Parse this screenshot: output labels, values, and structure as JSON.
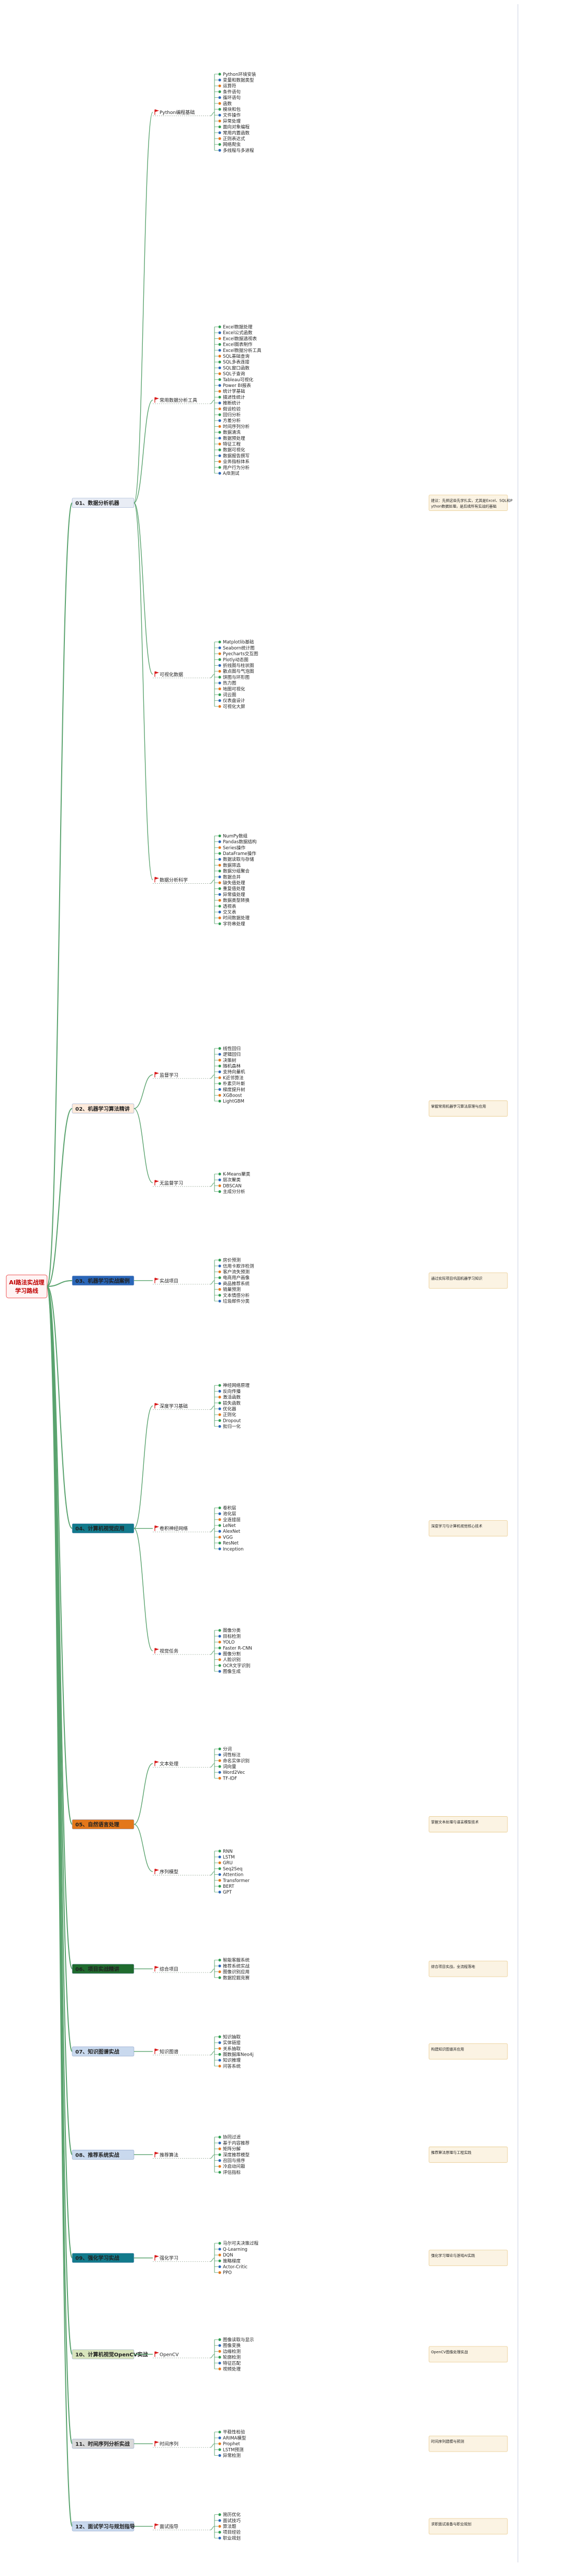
{
  "root": {
    "title_line1": "AI路法实战理",
    "title_line2": "学习路线"
  },
  "icons": {
    "flag": "flag-icon",
    "bullet": "bullet-icon",
    "star": "star-icon"
  },
  "colors": {
    "connector": "#5aa36e",
    "accent_green": "#2e9e4f",
    "dark_green": "#1f6b2e",
    "teal": "#127a8c",
    "orange": "#e3771a",
    "blue": "#2a66b8",
    "red": "#d81b1b"
  },
  "sections": [
    {
      "label": "01、数据分析机器",
      "badge": "#e9edf5",
      "badge_text": "#1f3763",
      "note": "建议：先把这些先学扎实，尤其是Excel、SQL和Python数据处理，是后续所有实战的基础",
      "groups": [
        {
          "label": "Python编程基础",
          "items": [
            "Python环境安装",
            "变量和数据类型",
            "运算符",
            "条件语句",
            "循环语句",
            "函数",
            "模块和包",
            "文件操作",
            "异常处理",
            "面向对象编程",
            "常用内置函数",
            "正则表达式",
            "网络爬虫",
            "多线程与多进程"
          ]
        },
        {
          "label": "常用数据分析工具",
          "items": [
            "Excel数据处理",
            "Excel公式函数",
            "Excel数据透视表",
            "Excel图表制作",
            "Excel数据分析工具",
            "SQL基础查询",
            "SQL多表连接",
            "SQL窗口函数",
            "SQL子查询",
            "Tableau可视化",
            "Power BI报表",
            "统计学基础",
            "描述性统计",
            "推断统计",
            "假设检验",
            "回归分析",
            "方差分析",
            "时间序列分析",
            "数据清洗",
            "数据预处理",
            "特征工程",
            "数据可视化",
            "数据报告撰写",
            "业务指标体系",
            "用户行为分析",
            "A/B测试"
          ]
        },
        {
          "label": "可视化数据",
          "items": [
            "Matplotlib基础",
            "Seaborn统计图",
            "Pyecharts交互图",
            "Plotly动态图",
            "折线图与柱状图",
            "散点图与气泡图",
            "饼图与环形图",
            "热力图",
            "地图可视化",
            "词云图",
            "仪表盘设计",
            "可视化大屏"
          ]
        },
        {
          "label": "数据分析科学",
          "items": [
            "NumPy数组",
            "Pandas数据结构",
            "Series操作",
            "DataFrame操作",
            "数据读取与存储",
            "数据筛选",
            "数据分组聚合",
            "数据合并",
            "缺失值处理",
            "重复值处理",
            "异常值处理",
            "数据类型转换",
            "透视表",
            "交叉表",
            "时间数据处理",
            "字符串处理"
          ]
        }
      ]
    },
    {
      "label": "02、机器学习算法精讲",
      "badge": "#fdeadb",
      "badge_text": "#c0504d",
      "note": "掌握常用机器学习算法原理与应用",
      "groups": [
        {
          "label": "监督学习",
          "items": [
            "线性回归",
            "逻辑回归",
            "决策树",
            "随机森林",
            "支持向量机",
            "K近邻算法",
            "朴素贝叶斯",
            "梯度提升树",
            "XGBoost",
            "LightGBM"
          ]
        },
        {
          "label": "无监督学习",
          "items": [
            "K-Means聚类",
            "层次聚类",
            "DBSCAN",
            "主成分分析"
          ]
        }
      ]
    },
    {
      "label": "03、机器学习实战案例",
      "badge": "#2a66b8",
      "badge_text": "#ffffff",
      "note": "通过实际项目巩固机器学习知识",
      "groups": [
        {
          "label": "实战项目",
          "items": [
            "房价预测",
            "信用卡欺诈检测",
            "客户流失预测",
            "电商用户画像",
            "商品推荐系统",
            "销量预测",
            "文本情感分析",
            "垃圾邮件分类"
          ]
        }
      ]
    },
    {
      "label": "04、计算机视觉应用",
      "badge": "#127a8c",
      "badge_text": "#ffffff",
      "note": "深度学习与计算机视觉核心技术",
      "groups": [
        {
          "label": "深度学习基础",
          "items": [
            "神经网络原理",
            "反向传播",
            "激活函数",
            "损失函数",
            "优化器",
            "正则化",
            "Dropout",
            "批归一化"
          ]
        },
        {
          "label": "卷积神经网络",
          "items": [
            "卷积层",
            "池化层",
            "全连接层",
            "LeNet",
            "AlexNet",
            "VGG",
            "ResNet",
            "Inception"
          ]
        },
        {
          "label": "视觉任务",
          "items": [
            "图像分类",
            "目标检测",
            "YOLO",
            "Faster R-CNN",
            "图像分割",
            "人脸识别",
            "OCR文字识别",
            "图像生成"
          ]
        }
      ]
    },
    {
      "label": "05、自然语言处理",
      "badge": "#e3771a",
      "badge_text": "#ffffff",
      "note": "掌握文本处理与语言模型技术",
      "groups": [
        {
          "label": "文本处理",
          "items": [
            "分词",
            "词性标注",
            "命名实体识别",
            "词向量",
            "Word2Vec",
            "TF-IDF"
          ]
        },
        {
          "label": "序列模型",
          "items": [
            "RNN",
            "LSTM",
            "GRU",
            "Seq2Seq",
            "Attention",
            "Transformer",
            "BERT",
            "GPT"
          ]
        }
      ]
    },
    {
      "label": "06、项目实战精讲",
      "badge": "#1f6b2e",
      "badge_text": "#ffffff",
      "note": "综合项目实战，全流程落地",
      "groups": [
        {
          "label": "综合项目",
          "items": [
            "智能客服系统",
            "推荐系统实战",
            "图像识别应用",
            "数据挖掘竞赛"
          ]
        }
      ]
    },
    {
      "label": "07、知识图谱实战",
      "badge": "#c9d9ee",
      "badge_text": "#1f3763",
      "note": "构建知识图谱并应用",
      "groups": [
        {
          "label": "知识图谱",
          "items": [
            "知识抽取",
            "实体链接",
            "关系抽取",
            "图数据库Neo4j",
            "知识推理",
            "问答系统"
          ]
        }
      ]
    },
    {
      "label": "08、推荐系统实战",
      "badge": "#c9d9ee",
      "badge_text": "#1f3763",
      "note": "推荐算法原理与工程实践",
      "groups": [
        {
          "label": "推荐算法",
          "items": [
            "协同过滤",
            "基于内容推荐",
            "矩阵分解",
            "深度推荐模型",
            "召回与排序",
            "冷启动问题",
            "评估指标"
          ]
        }
      ]
    },
    {
      "label": "09、强化学习实战",
      "badge": "#127a8c",
      "badge_text": "#ffffff",
      "note": "强化学习理论与游戏AI实践",
      "groups": [
        {
          "label": "强化学习",
          "items": [
            "马尔可夫决策过程",
            "Q-Learning",
            "DQN",
            "策略梯度",
            "Actor-Critic",
            "PPO"
          ]
        }
      ]
    },
    {
      "label": "10、计算机视觉OpenCV实战",
      "badge": "#d8e4bc",
      "badge_text": "#1f3763",
      "note": "OpenCV图像处理实战",
      "groups": [
        {
          "label": "OpenCV",
          "items": [
            "图像读取与显示",
            "图像变换",
            "边缘检测",
            "轮廓检测",
            "特征匹配",
            "视频处理"
          ]
        }
      ]
    },
    {
      "label": "11、时间序列分析实战",
      "badge": "#d9d9d9",
      "badge_text": "#1f3763",
      "note": "时间序列建模与预测",
      "groups": [
        {
          "label": "时间序列",
          "items": [
            "平稳性检验",
            "ARIMA模型",
            "Prophet",
            "LSTM预测",
            "异常检测"
          ]
        }
      ]
    },
    {
      "label": "12、面试学习与规划指导",
      "badge": "#c9d9ee",
      "badge_text": "#1f3763",
      "note": "求职面试准备与职业规划",
      "groups": [
        {
          "label": "面试指导",
          "items": [
            "简历优化",
            "面试技巧",
            "算法题",
            "项目经验",
            "职业规划"
          ]
        }
      ]
    }
  ]
}
